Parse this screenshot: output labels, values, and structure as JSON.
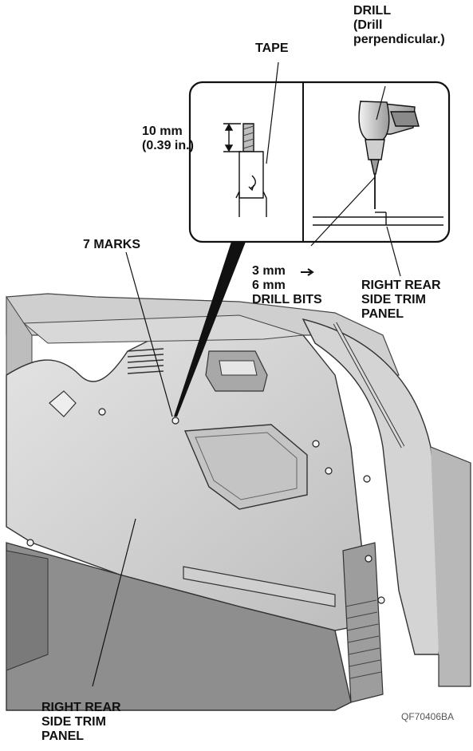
{
  "labels": {
    "tape": "TAPE",
    "drill": "DRILL\n(Drill\nperpendicular.)",
    "depth": "10 mm\n(0.39 in.)",
    "marks": "7 MARKS",
    "bit_small": "3 mm",
    "bits": "6 mm\nDRILL BITS",
    "inset_panel": "RIGHT REAR\nSIDE TRIM\nPANEL",
    "main_panel": "RIGHT REAR\nSIDE TRIM\nPANEL"
  },
  "figure_code": "QF70406BA"
}
